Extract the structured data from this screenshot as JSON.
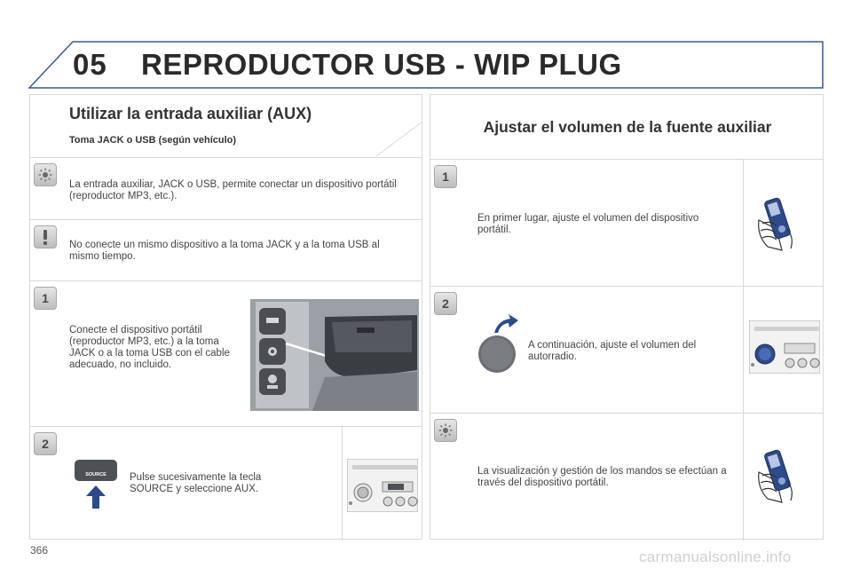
{
  "header": {
    "chapter": "05",
    "title": "REPRODUCTOR USB - WIP PLUG"
  },
  "left": {
    "title": "Utilizar la entrada auxiliar (AUX)",
    "subtitle": "Toma JACK o USB (según vehículo)",
    "rows": [
      {
        "badge": "lightbulb-icon",
        "text": "La entrada auxiliar, JACK o USB, permite conectar un dispositivo portátil (reproductor MP3, etc.)."
      },
      {
        "badge": "warning-icon",
        "text": "No conecte un mismo dispositivo a la toma JACK y a la toma USB al mismo tiempo."
      },
      {
        "badge": "1",
        "text": "Conecte el dispositivo portátil (reproductor MP3, etc.) a la toma JACK o a la toma USB con el cable adecuado, no incluido."
      },
      {
        "badge": "2",
        "text": "Pulse sucesivamente la tecla SOURCE y seleccione AUX.",
        "key_label": "SOURCE"
      }
    ]
  },
  "right": {
    "title": "Ajustar el volumen de la fuente auxiliar",
    "rows": [
      {
        "badge": "1",
        "text": "En primer lugar, ajuste el volumen del dispositivo portátil."
      },
      {
        "badge": "2",
        "text": "A continuación, ajuste el volumen del autorradio."
      },
      {
        "badge": "lightbulb-icon",
        "text": "La visualización y gestión de los mandos se efectúan a través del dispositivo portátil."
      }
    ]
  },
  "footer": {
    "page_number": "366",
    "watermark": "carmanualsonline.info"
  },
  "colors": {
    "text": "#333333",
    "border": "#d9d9d9",
    "accent_blue": "#2c4a8c"
  }
}
